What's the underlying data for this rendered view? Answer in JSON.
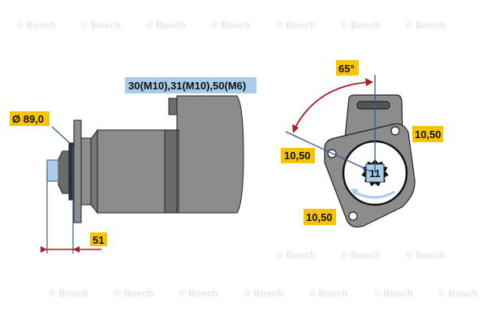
{
  "watermark": "© Bosch",
  "side_view": {
    "terminals_label": "30(M10),31(M10),50(M6)",
    "diameter_label": "Ø 89,0",
    "length_label": "51"
  },
  "front_view": {
    "angle_label": "65°",
    "hole_labels": [
      "10,50",
      "10,50",
      "10,50"
    ],
    "teeth_label": "11"
  },
  "colors": {
    "body": "#8c8c8c",
    "label_yellow": "#f6c400",
    "label_blue": "#a9cce8",
    "dim_line_blue": "#2e5a9c",
    "dim_line_red": "#a02028"
  }
}
